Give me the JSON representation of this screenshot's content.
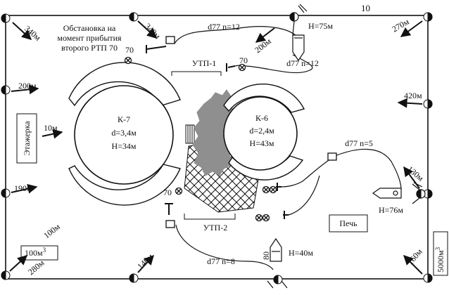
{
  "frame_title": "10",
  "title": {
    "line1": "Обстановка на",
    "line2": "момент прибытия",
    "line3": "второго РТП 70"
  },
  "tanks": [
    {
      "name": "К-7",
      "diameter": "d=3,4м",
      "height": "Н=34м"
    },
    {
      "name": "К-6",
      "diameter": "d=2,4м",
      "height": "Н=43м"
    }
  ],
  "utp": {
    "utp1": "УТП-1",
    "utp2": "УТП-2"
  },
  "hose_lines": [
    {
      "label": "d77 n=12"
    },
    {
      "label": "d77 n=12"
    },
    {
      "label": "d77 n=5"
    },
    {
      "label": "d77 n=8"
    }
  ],
  "hydrants": [
    {
      "label": "Н=75м"
    },
    {
      "label": "Н=76м"
    },
    {
      "label": "Н=40м"
    }
  ],
  "unit_labels": {
    "u1": "70",
    "u2": "70",
    "u3": "70",
    "u4": "80"
  },
  "neighbours": {
    "shelving": "Этажерка",
    "furnace": "Печь"
  },
  "capacities": {
    "left": "100м",
    "left_sup": "3",
    "right": "5000м",
    "right_sup": "3"
  },
  "wind": {
    "w1": "340м",
    "w2": "340м",
    "w3": "200м",
    "w4": "270м",
    "w5": "200м",
    "w6": "420м",
    "w7": "10м",
    "w8": "190м",
    "w9": "100м",
    "w10": "130м",
    "w11": "280м",
    "w12": "140м",
    "w13": "160м"
  },
  "colors": {
    "line": "#111111",
    "fire": "#8f8f8f",
    "background": "#ffffff"
  }
}
